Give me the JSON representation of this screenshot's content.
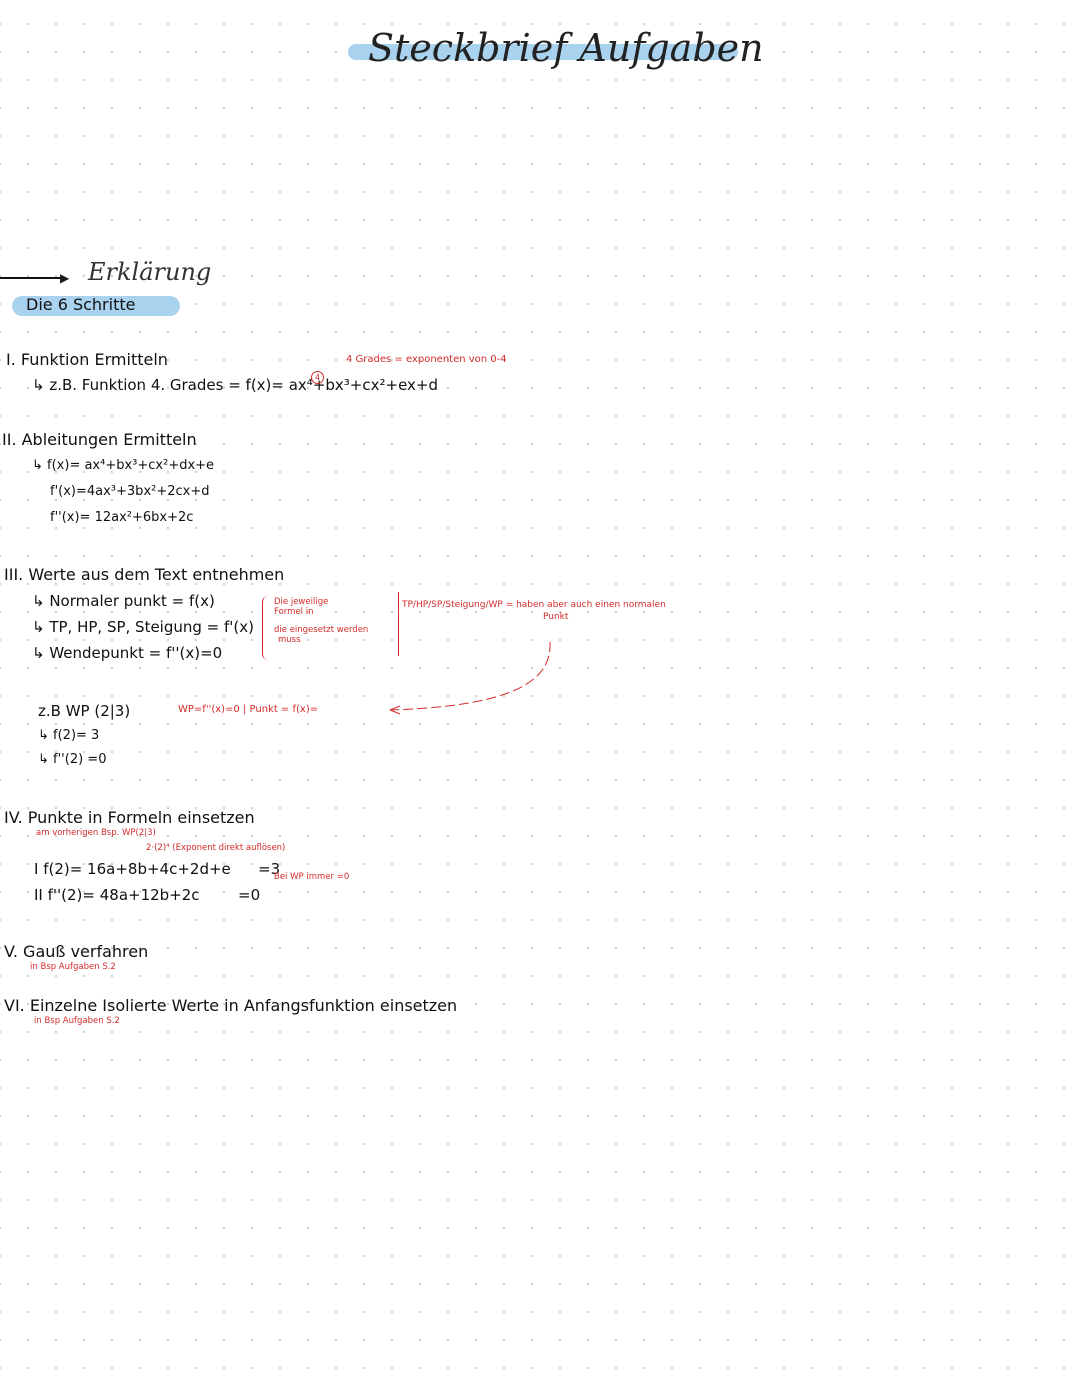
{
  "title": "Steckbrief Aufgaben",
  "section": {
    "heading": "Erklärung",
    "subheading": "Die 6 Schritte"
  },
  "step1": {
    "heading": "I. Funktion Ermitteln",
    "example": "↳ z.B. Funktion 4. Grades = f(x)= ax⁴+bx³+cx²+ex+d",
    "note": "4 Grades = exponenten von 0-4",
    "note_mark": "4"
  },
  "step2": {
    "heading": "II. Ableitungen Ermitteln",
    "lines": [
      "↳ f(x)= ax⁴+bx³+cx²+dx+e",
      "f'(x)=4ax³+3bx²+2cx+d",
      "f''(x)= 12ax²+6bx+2c"
    ]
  },
  "step3": {
    "heading": "III. Werte aus dem Text entnehmen",
    "lines": [
      "↳ Normaler punkt = f(x)",
      "↳ TP, HP, SP, Steigung = f'(x)",
      "↳ Wendepunkt = f''(x)=0"
    ],
    "brace_note": [
      "Die jeweilige",
      "Formel in",
      "die eingesetzt werden",
      "muss"
    ],
    "box_note": [
      "TP/HP/SP/Steigung/WP = haben aber auch einen normalen",
      "Punkt"
    ],
    "example_heading": "z.B WP (2|3)",
    "example_note": "WP=f''(x)=0 | Punkt = f(x)=",
    "example_lines": [
      "↳ f(2)= 3",
      "↳ f''(2) =0"
    ]
  },
  "step4": {
    "heading": "IV. Punkte in Formeln einsetzen",
    "sub": "am vorherigen Bsp. WP(2|3)",
    "note_top": "2·(2)⁴ (Exponent direkt auflösen)",
    "line1": "I f(2)= 16a+8b+4c+2d+e",
    "line1_val": "=3",
    "line2": "II f''(2)= 48a+12b+2c",
    "line2_val": "=0",
    "note_side": "Bei WP immer =0"
  },
  "step5": {
    "heading": "V. Gauß verfahren",
    "sub": "in Bsp Aufgaben S.2"
  },
  "step6": {
    "heading": "VI. Einzelne Isolierte Werte in Anfangsfunktion einsetzen",
    "sub": "in Bsp Aufgaben S.2"
  }
}
